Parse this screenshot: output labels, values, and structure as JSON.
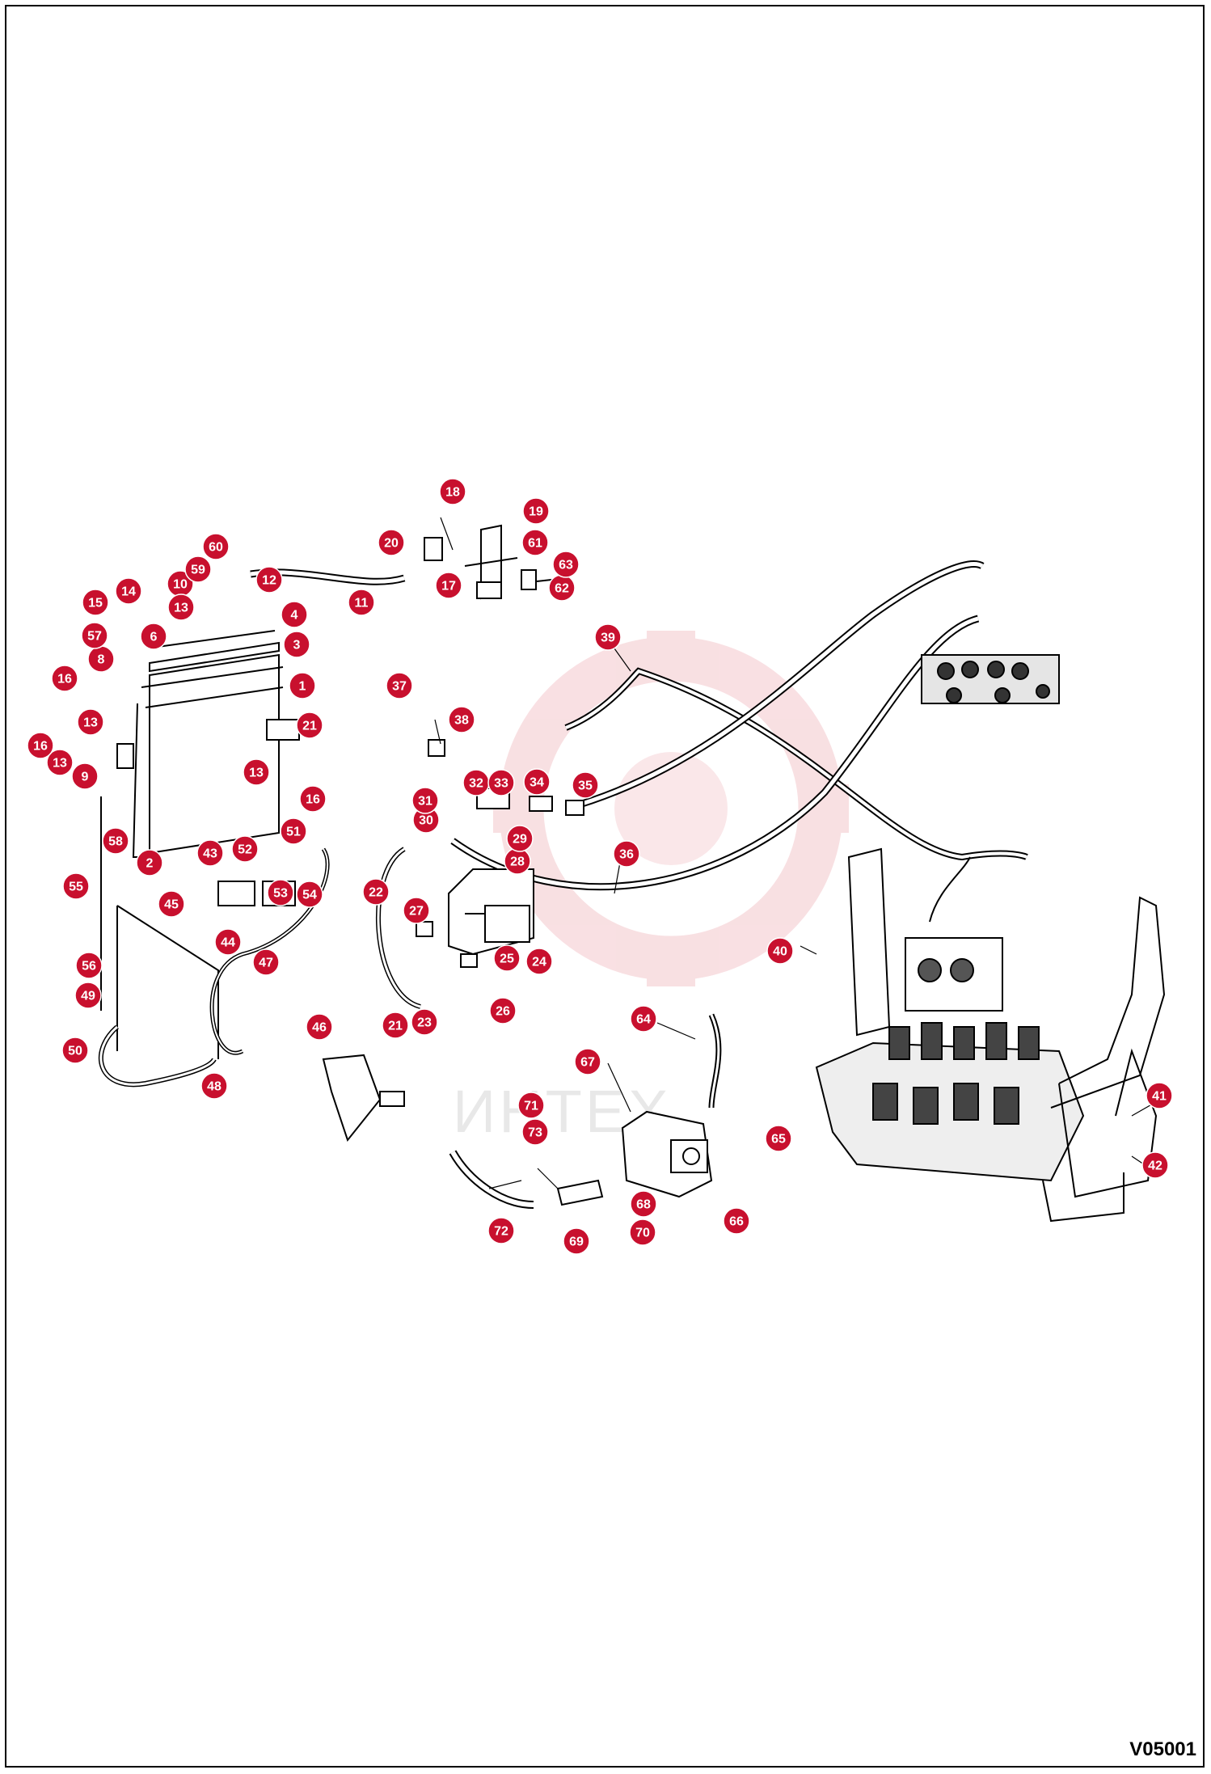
{
  "figure": {
    "reference_code": "V05001",
    "watermark_text": "ИНТЕХ",
    "callout_color": "#c8102e",
    "callouts": [
      "1",
      "2",
      "3",
      "4",
      "6",
      "8",
      "9",
      "10",
      "11",
      "12",
      "13",
      "14",
      "15",
      "16",
      "17",
      "18",
      "19",
      "20",
      "21",
      "22",
      "23",
      "24",
      "25",
      "26",
      "27",
      "28",
      "29",
      "30",
      "31",
      "32",
      "33",
      "34",
      "35",
      "36",
      "37",
      "38",
      "39",
      "40",
      "41",
      "42",
      "43",
      "44",
      "45",
      "46",
      "47",
      "48",
      "49",
      "50",
      "51",
      "52",
      "53",
      "54",
      "55",
      "56",
      "57",
      "58",
      "59",
      "60",
      "61",
      "62",
      "63",
      "64",
      "65",
      "66",
      "67",
      "68",
      "69",
      "70",
      "71",
      "72",
      "73"
    ]
  }
}
